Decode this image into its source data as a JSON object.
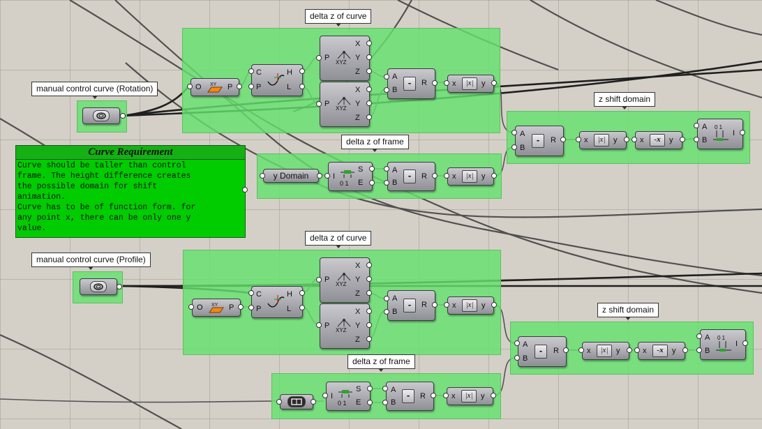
{
  "groups": {
    "rotation_curve": "manual control curve (Rotation)",
    "profile_curve": "manual control curve (Profile)",
    "delta_curve_top": "delta z of curve",
    "delta_frame_top": "delta z of frame",
    "zshift_top": "z shift domain",
    "delta_curve_bottom": "delta z of curve",
    "delta_frame_bottom": "delta z of frame",
    "zshift_bottom": "z shift domain"
  },
  "note": {
    "title": "Curve Requirement",
    "lines": [
      "Curve should be taller than control",
      "frame. The height difference creates",
      "the possible domain for shift",
      "animation.",
      "Curve has to be of function form. for",
      "any point x, there can be only one y",
      "value."
    ]
  },
  "param": {
    "y_domain": "y Domain"
  },
  "pins": {
    "o": "O",
    "p": "P",
    "c": "C",
    "h": "H",
    "l": "L",
    "x": "X",
    "y": "Y",
    "z": "Z",
    "a": "A",
    "b": "B",
    "r": "R",
    "fx": "x",
    "fy": "y",
    "i": "I",
    "s": "S",
    "e": "E"
  },
  "glyphs": {
    "minus": "-",
    "abs": "|x|",
    "neg": "-x",
    "xyz": "XYZ",
    "xy": "XY",
    "zero_one": "0 1"
  },
  "icons": {
    "curve_param": "curve-param-icon",
    "plane_xy": "plane-xy-icon",
    "curve_eval": "curve-eval-icon",
    "deconstruct": "deconstruct-point-icon",
    "domain": "domain-icon",
    "rectangle_param": "rectangle-param-icon"
  }
}
